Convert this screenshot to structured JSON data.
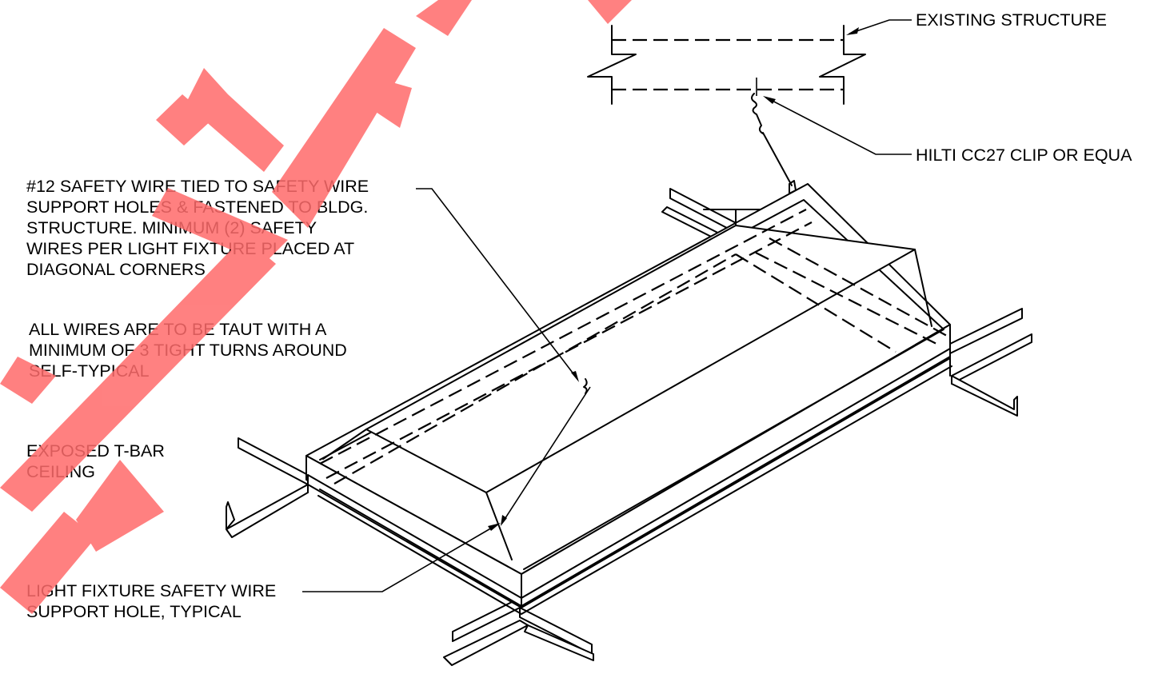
{
  "labels": {
    "existing_structure": "EXISTING STRUCTURE",
    "clip": "HILTI CC27 CLIP OR EQUA",
    "safety_wire": "#12 SAFETY WIRE TIED TO SAFETY WIRE\nSUPPORT HOLES & FASTENED TO BLDG.\nSTRUCTURE. MINIMUM (2) SAFETY\nWIRES PER LIGHT FIXTURE PLACED AT\nDIAGONAL CORNERS",
    "taut": "ALL WIRES ARE TO BE TAUT WITH A\nMINIMUM OF 3 TIGHT TURNS AROUND\nSELF-TYPICAL",
    "ceiling": "EXPOSED T-BAR\nCEILING",
    "support_hole": "LIGHT FIXTURE SAFETY WIRE\nSUPPORT HOLE, TYPICAL"
  },
  "colors": {
    "watermark": "#ff6b6b",
    "linework": "#000000"
  }
}
